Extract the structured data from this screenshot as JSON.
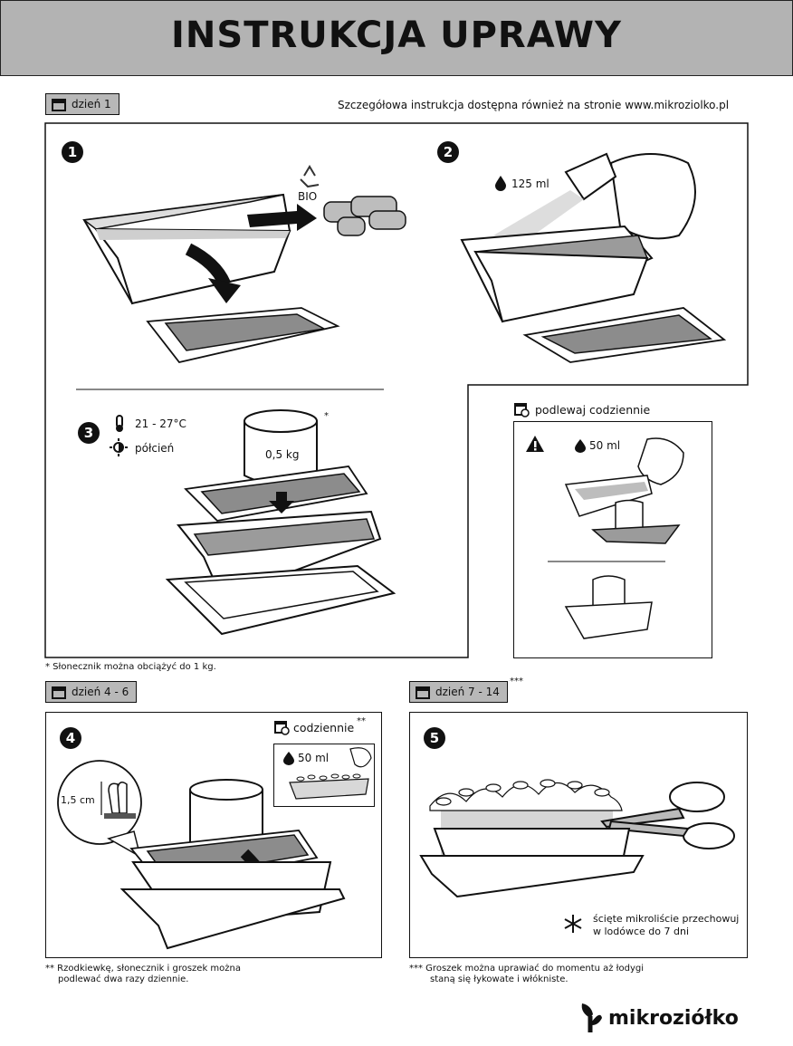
{
  "title": "INSTRUKCJA UPRAWY",
  "day1": {
    "label": "dzień 1"
  },
  "website_note": "Szczegółowa instrukcja dostępna również na stronie www.mikroziolko.pl",
  "step1": {
    "number": "1",
    "bio_label": "BIO"
  },
  "step2": {
    "number": "2",
    "water": "125 ml"
  },
  "step3": {
    "number": "3",
    "temperature": "21 - 27°C",
    "light": "półcień",
    "weight": "0,5 kg",
    "weight_marker": "*"
  },
  "daily": {
    "label": "podlewaj codziennie",
    "water": "50 ml"
  },
  "footnote1": "* Słonecznik można obciążyć do 1 kg.",
  "day4": {
    "label": "dzień 4 - 6"
  },
  "day7": {
    "label": "dzień 7 - 14",
    "marker": "***"
  },
  "step4": {
    "number": "4",
    "height": "1,5 cm",
    "daily_label": "codziennie",
    "daily_marker": "**",
    "water": "50 ml"
  },
  "step5": {
    "number": "5",
    "storage_line1": "ścięte mikroliście przechowuj",
    "storage_line2": "w lodówce do 7 dni"
  },
  "footnote2_line1": "** Rzodkiewkę, słonecznik i groszek można",
  "footnote2_line2": "podlewać dwa razy dziennie.",
  "footnote3_line1": "*** Groszek można uprawiać do momentu aż łodygi",
  "footnote3_line2": "staną się łykowate i włókniste.",
  "brand": "mikroziółko"
}
